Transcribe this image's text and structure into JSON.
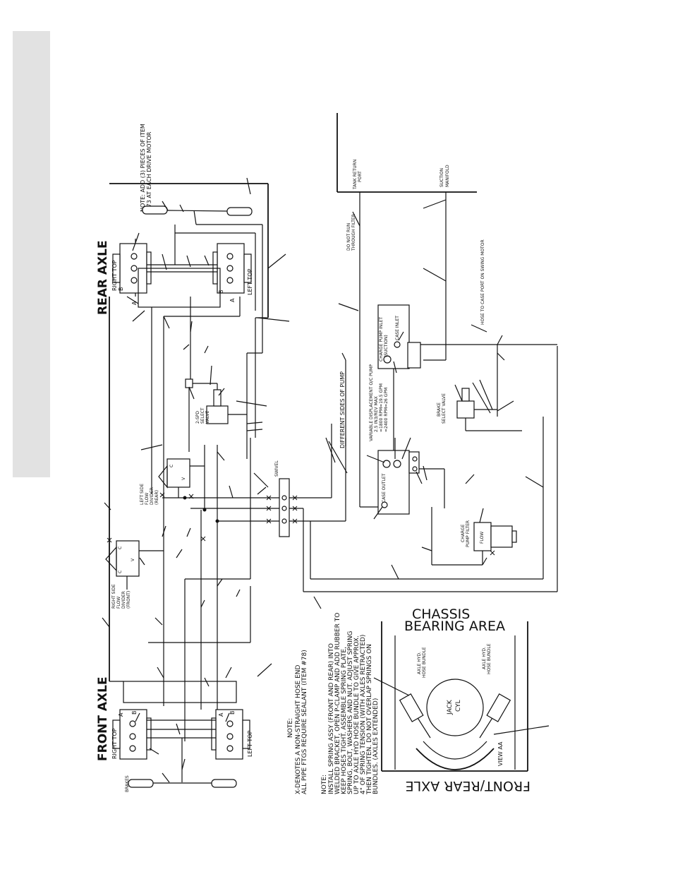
{
  "headings": {
    "rear_axle": "REAR  AXLE",
    "front_axle": "FRONT  AXLE"
  },
  "labels": {
    "right_top_rear": "RIGHT TOP",
    "left_top_rear": "LEFT TOP",
    "right_top_front": "RIGHT TOP",
    "left_top_front": "LEFT TOP",
    "brakes": "BRAKES",
    "swivel": "SWIVEL",
    "tank_return_1": "TANK RETURN",
    "tank_return_2": "PORT",
    "suction_1": "SUCTION",
    "suction_2": "MANIFOLD",
    "no_filter_1": "DO NOT RUN",
    "no_filter_2": "THROUGH FILTER",
    "case_port_hose": "HOSE TO CASE PORT ON SWING MOTOR",
    "different_sides": "DIFFERENT SIDES OF PUMP",
    "pump_1": "VARIABLE DISPLACEMENT O/C PUMP",
    "pump_2": "2.5 IN3/REV MAX",
    "pump_3": "=1800 RPM=19.5 GPM",
    "pump_4": "=2400 RPM=26 GPM",
    "charge_inlet_1": "CHARGE PUMP INLET",
    "charge_inlet_2": "(SUCTION)",
    "case_inlet": "CASE INLET",
    "case_outlet": "CASE OUTLET",
    "brake_valve_1": "BRAKE",
    "brake_valve_2": "SELECT VALVE",
    "charge_filter_1": "CHARGE",
    "charge_filter_2": "PUMP FILTER",
    "flow": "FLOW",
    "speed_valve_1": "2-SPD",
    "speed_valve_2": "SELECT",
    "speed_valve_3": "VALVE",
    "left_divider_1": "LEFT SIDE",
    "left_divider_2": "FLOW",
    "left_divider_3": "DIVIDER",
    "left_divider_4": "(REAR)",
    "right_divider_1": "RIGHT SIDE",
    "right_divider_2": "FLOW",
    "right_divider_3": "DIVIDER",
    "right_divider_4": "(FRONT)",
    "chassis_1": "CHASSIS",
    "chassis_2": "BEARING AREA",
    "axle_hose_1a": "AXLE HYD.",
    "axle_hose_1b": "HOSE BUNDLE",
    "axle_hose_2a": "AXLE HYD.",
    "axle_hose_2b": "HOSE BUNDLE",
    "jack_1": "JACK",
    "jack_2": "CYL",
    "view_aa": "VIEW AA",
    "front_rear_axle": "FRONT/REAR AXLE",
    "port_a": "A",
    "port_b": "B",
    "port_c": "C",
    "port_v": "V"
  },
  "notes": {
    "top_1": "NOTE:  ADD (3) PIECES OF ITEM",
    "top_2": "#73 AT EACH DRIVE MOTOR",
    "x_title": "NOTE:",
    "x_1": "X-DENOTES A NON-STRAIGHT HOSE END",
    "x_2": "ALL PIPE FTGS REQUIRE SEALANT (ITEM #78)",
    "spring_title": "NOTE:",
    "spring_1": "INSTALL SPRING ASSY (FRONT AND REAR) INTO",
    "spring_2": "WELDED BRACKET, OPEN P-CLAMP AND ADD RUBBER TO",
    "spring_3": "KEEP HOSES TIGHT. ASSEMBLE SPRING PLATE,",
    "spring_4": "SPRING, BOLT, WASHERS AND NUT. ADJUST SPRING",
    "spring_5": "UP TO AXLE HYD HOSE BUNDLE TO GIVE APPROX.",
    "spring_6": "4\" OF SPRING TENSION (WITH AXLES RETRACTED)",
    "spring_7": "THEN TIGHTEN. DO NOT OVERLAP SPRINGS ON",
    "spring_8": "BUNDLES. (AXLES EXTENDED)"
  }
}
